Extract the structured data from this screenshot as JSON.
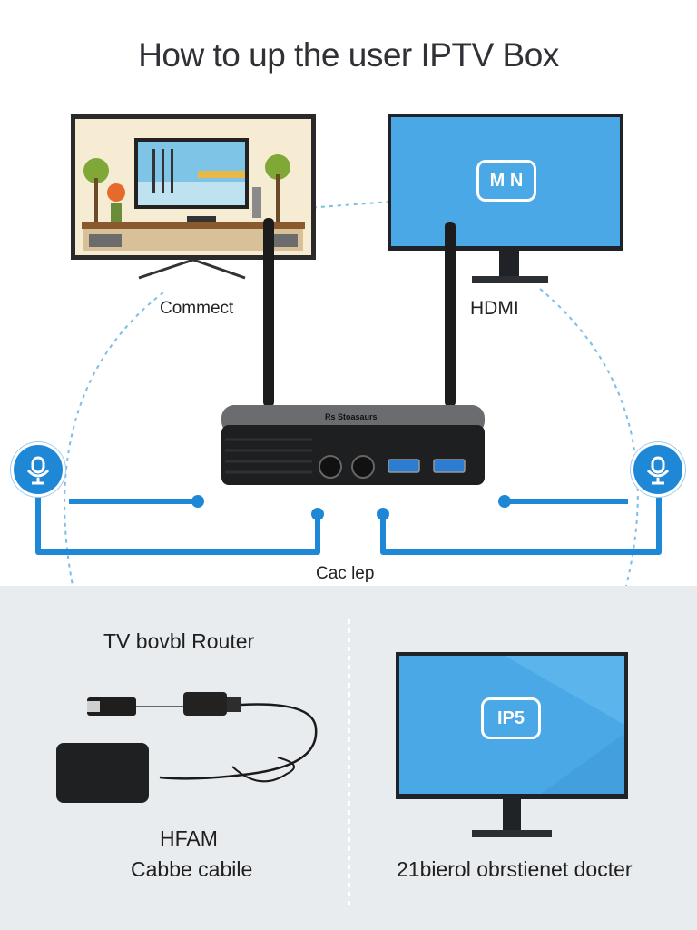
{
  "title": "How to up the user IPTV Box",
  "labels": {
    "connect": "Commect",
    "hdmi": "HDMI",
    "cable_step": "Cac lep",
    "router_section": "TV bovbl Router",
    "hfam": "HFAM",
    "cable": "Cabbe cabile",
    "monitor_caption": "21bierol obrstienet docter"
  },
  "devices": {
    "iptv_box_brand": "Rs Stoasaurs",
    "monitor_top_logo": "M N",
    "monitor_bottom_logo": "IP5"
  },
  "colors": {
    "accent": "#1e88d6",
    "screen": "#4aa8e6",
    "dashed": "#7dbde8",
    "bottom_panel": "#e9ecef"
  },
  "icons": [
    "plug-icon",
    "plug-icon"
  ]
}
